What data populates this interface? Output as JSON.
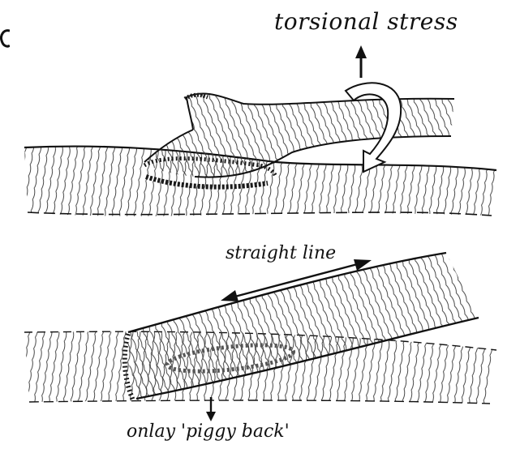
{
  "labels": {
    "top": "torsional stress",
    "middle": "straight line",
    "bottom": "onlay 'piggy back'"
  },
  "colors": {
    "ink": "#111111",
    "hatch": "#333333",
    "suture": "#1a1a1a",
    "arrow_fill": "#ffffff",
    "background": "#ffffff"
  },
  "icons": {
    "rotation_arrow": "curved-rotation-arrow-icon",
    "up_arrow": "up-arrow-icon",
    "double_arrow": "double-headed-arrow-icon",
    "down_arrow": "down-arrow-icon"
  }
}
